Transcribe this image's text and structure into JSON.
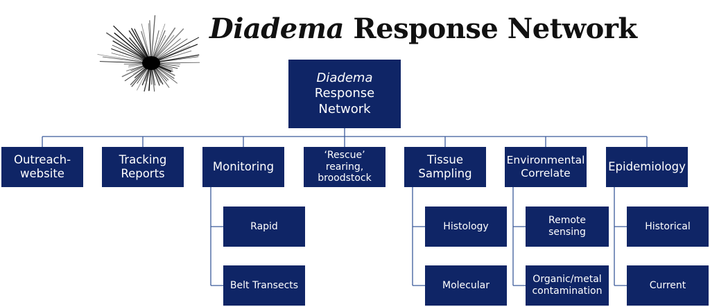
{
  "title": {
    "italic": "Diadema",
    "rest": "Response Network"
  },
  "colors": {
    "box": "#0f2566",
    "line": "#3b5a9a"
  },
  "icons": {
    "logo": "sea-urchin-icon"
  },
  "root": {
    "italic": "Diadema",
    "line2": "Response",
    "line3": "Network"
  },
  "categories": [
    {
      "line1": "Outreach-",
      "line2": "website"
    },
    {
      "line1": "Tracking",
      "line2": "Reports"
    },
    {
      "line1": "Monitoring",
      "line2": ""
    },
    {
      "line1": "‘Rescue’ rearing,",
      "line2": "broodstock"
    },
    {
      "line1": "Tissue",
      "line2": "Sampling"
    },
    {
      "line1": "Environmental",
      "line2": "Correlate"
    },
    {
      "line1": "Epidemiology",
      "line2": ""
    }
  ],
  "subitems": {
    "monitoring": [
      "Rapid",
      "Belt Transects"
    ],
    "tissue": [
      "Histology",
      "Molecular"
    ],
    "environmental": [
      {
        "line1": "Remote sensing",
        "line2": ""
      },
      {
        "line1": "Organic/metal",
        "line2": "contamination"
      }
    ],
    "epidemiology": [
      "Historical",
      "Current"
    ]
  }
}
